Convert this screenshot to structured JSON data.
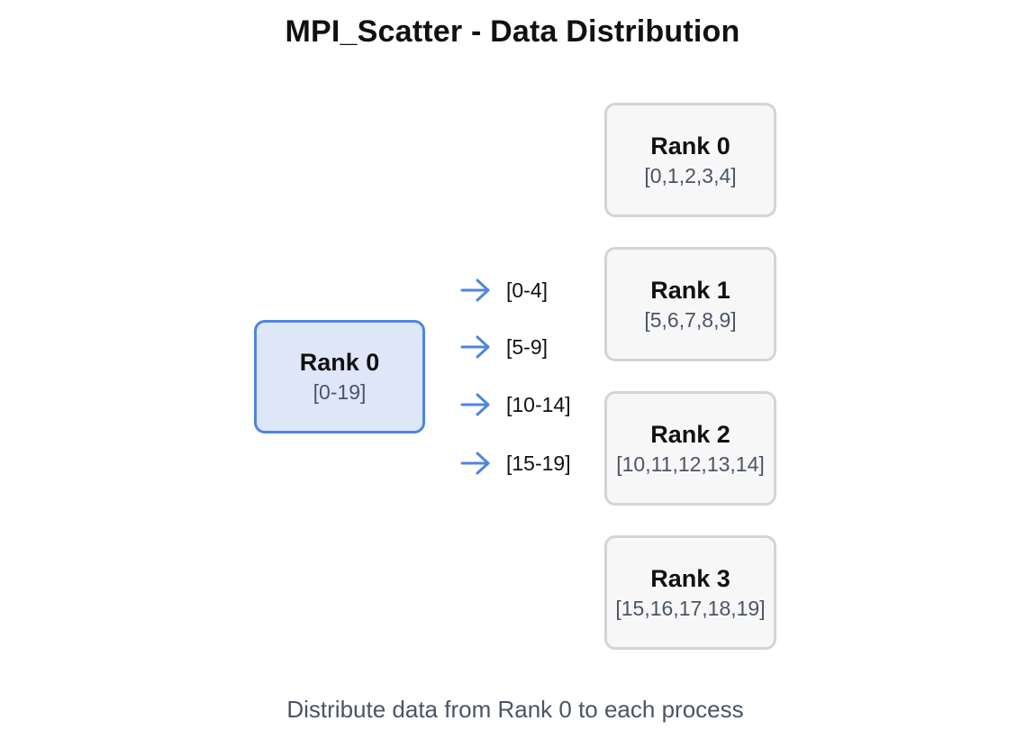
{
  "title": "MPI_Scatter - Data Distribution",
  "source": {
    "name": "Rank 0",
    "data": "[0-19]"
  },
  "chunks": [
    {
      "label": "[0-4]"
    },
    {
      "label": "[5-9]"
    },
    {
      "label": "[10-14]"
    },
    {
      "label": "[15-19]"
    }
  ],
  "targets": [
    {
      "name": "Rank 0",
      "data": "[0,1,2,3,4]"
    },
    {
      "name": "Rank 1",
      "data": "[5,6,7,8,9]"
    },
    {
      "name": "Rank 2",
      "data": "[10,11,12,13,14]"
    },
    {
      "name": "Rank 3",
      "data": "[15,16,17,18,19]"
    }
  ],
  "caption": "Distribute data from Rank 0 to each process",
  "colors": {
    "accent": "#4f85e0",
    "source_fill": "#dde7f8",
    "target_fill": "#f7f7f8",
    "target_border": "#d4d4d6"
  },
  "icons": {
    "chunk_arrow": "arrow-right-icon"
  }
}
